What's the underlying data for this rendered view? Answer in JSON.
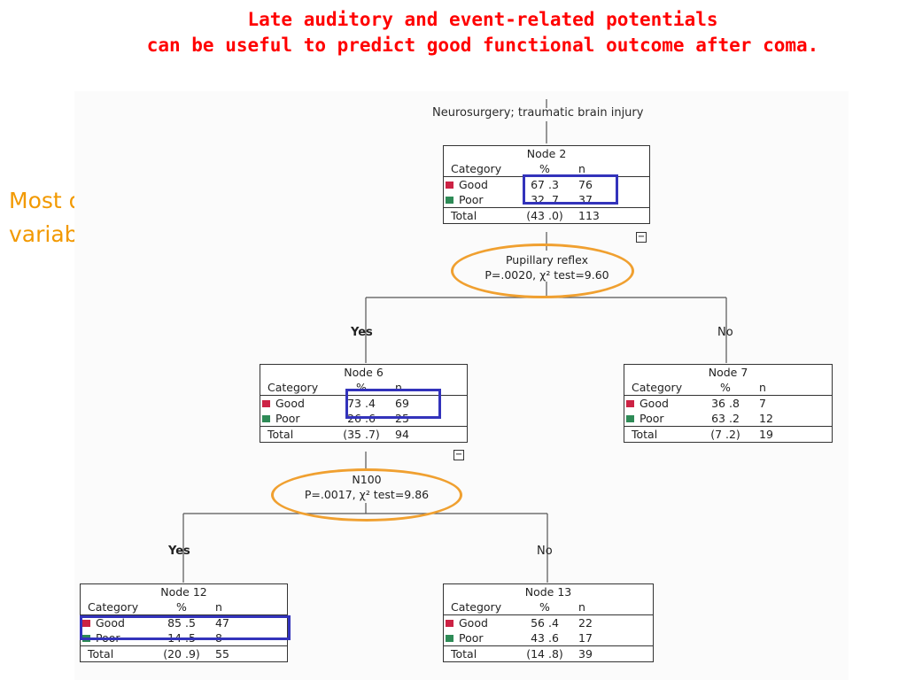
{
  "slide": {
    "title_line1": "Late auditory and event-related potentials",
    "title_line2": "can be useful to predict good functional outcome after coma.",
    "note_line1": "Most discriminating",
    "note_line2": "variables for outcome"
  },
  "tree": {
    "root_label": "Neurosurgery; traumatic brain injury",
    "header": {
      "category": "Category",
      "pct": "%",
      "n": "n"
    },
    "node2": {
      "title": "Node 2",
      "rows": [
        {
          "label": "Good",
          "pct": "67 .3",
          "n": "76"
        },
        {
          "label": "Poor",
          "pct": "32 .7",
          "n": "37"
        }
      ],
      "total": {
        "label": "Total",
        "pct": "(43 .0)",
        "n": "113"
      }
    },
    "split1": {
      "name": "Pupillary reflex",
      "stat": "P=.0020, χ² test=9.60"
    },
    "node6": {
      "title": "Node 6",
      "rows": [
        {
          "label": "Good",
          "pct": "73 .4",
          "n": "69"
        },
        {
          "label": "Poor",
          "pct": "26 .6",
          "n": "25"
        }
      ],
      "total": {
        "label": "Total",
        "pct": "(35 .7)",
        "n": "94"
      }
    },
    "node7": {
      "title": "Node 7",
      "rows": [
        {
          "label": "Good",
          "pct": "36 .8",
          "n": "7"
        },
        {
          "label": "Poor",
          "pct": "63 .2",
          "n": "12"
        }
      ],
      "total": {
        "label": "Total",
        "pct": "(7 .2)",
        "n": "19"
      }
    },
    "split2": {
      "name": "N100",
      "stat": "P=.0017, χ² test=9.86"
    },
    "node12": {
      "title": "Node 12",
      "rows": [
        {
          "label": "Good",
          "pct": "85 .5",
          "n": "47"
        },
        {
          "label": "Poor",
          "pct": "14 .5",
          "n": "8"
        }
      ],
      "total": {
        "label": "Total",
        "pct": "(20 .9)",
        "n": "55"
      }
    },
    "node13": {
      "title": "Node 13",
      "rows": [
        {
          "label": "Good",
          "pct": "56 .4",
          "n": "22"
        },
        {
          "label": "Poor",
          "pct": "43 .6",
          "n": "17"
        }
      ],
      "total": {
        "label": "Total",
        "pct": "(14 .8)",
        "n": "39"
      }
    },
    "branch_yes": "Yes",
    "branch_no": "No",
    "collapse_symbol": "−",
    "colors": {
      "good": "#cc2244",
      "poor": "#2e8b57",
      "highlight_box": "#3333bb",
      "highlight_ring": "#f0a030"
    }
  }
}
